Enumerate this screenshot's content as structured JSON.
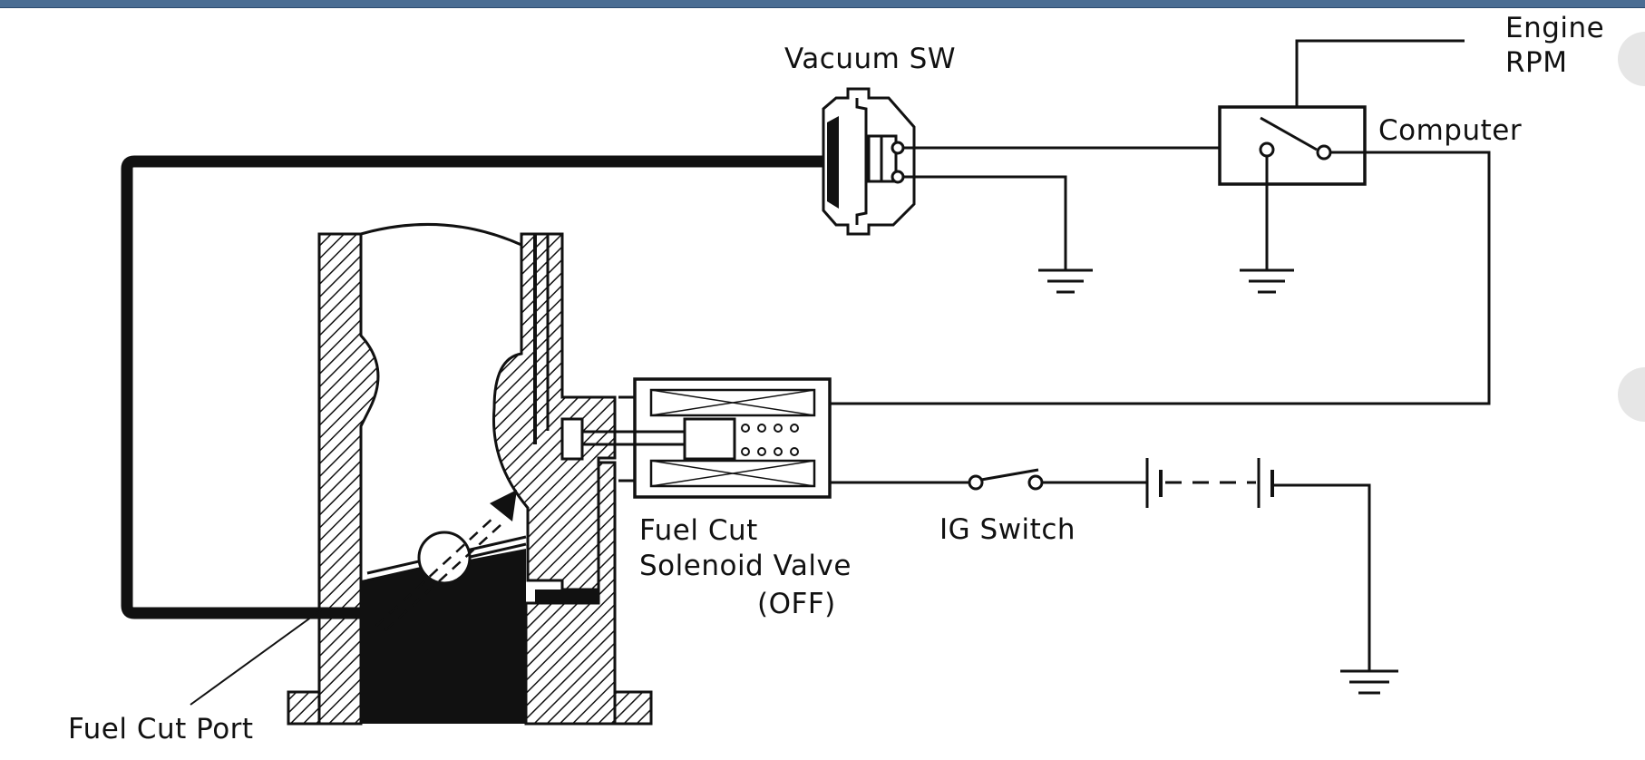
{
  "labels": {
    "vacuum_sw": "Vacuum SW",
    "engine": "Engine",
    "rpm": "RPM",
    "computer": "Computer",
    "fuel_cut_1": "Fuel Cut",
    "fuel_cut_2": "Solenoid Valve",
    "fuel_cut_3": "(OFF)",
    "ig_switch": "IG Switch",
    "fuel_cut_port": "Fuel Cut Port"
  },
  "colors": {
    "ink": "#111111",
    "background": "#ffffff",
    "top_bar": "#4a6d93"
  }
}
